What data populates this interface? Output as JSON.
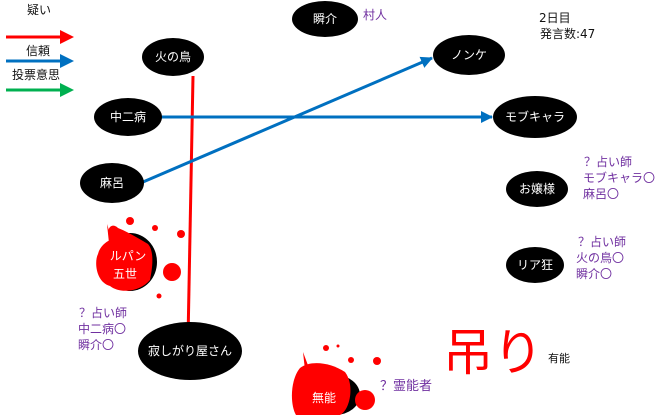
{
  "legend": {
    "suspicion": "疑い",
    "trust": "信頼",
    "vote_intent": "投票意思"
  },
  "colors": {
    "suspicion": "#ff0000",
    "trust": "#0070c0",
    "vote_intent": "#00b050",
    "annotation": "#7030a0",
    "dead": "#ff0000"
  },
  "info": {
    "day": "2日目",
    "post_count": "発言数:47"
  },
  "nodes": {
    "shunsuke": {
      "name": "瞬介",
      "role": "村人"
    },
    "hinotori": {
      "name": "火の鳥"
    },
    "nonke": {
      "name": "ノンケ"
    },
    "chuunibyou": {
      "name": "中二病"
    },
    "mobukyara": {
      "name": "モブキャラ"
    },
    "maro": {
      "name": "麻呂"
    },
    "ojousama": {
      "name": "お嬢様",
      "claim": [
        "？占い師",
        "モブキャラ〇",
        "麻呂〇"
      ]
    },
    "riakyou": {
      "name": "リア狂",
      "claim": [
        "？占い師",
        "火の鳥〇",
        "瞬介〇"
      ]
    },
    "lupin": {
      "name_line1": "ルパン",
      "name_line2": "五世",
      "status": "dead"
    },
    "sabishigari": {
      "name": "寂しがり屋さん",
      "claim": [
        "？占い師",
        "中二病〇",
        "瞬介〇"
      ]
    },
    "munou": {
      "name": "無能",
      "status": "dead",
      "claim": "？霊能者"
    }
  },
  "execution": {
    "label": "吊り",
    "target": "有能"
  }
}
